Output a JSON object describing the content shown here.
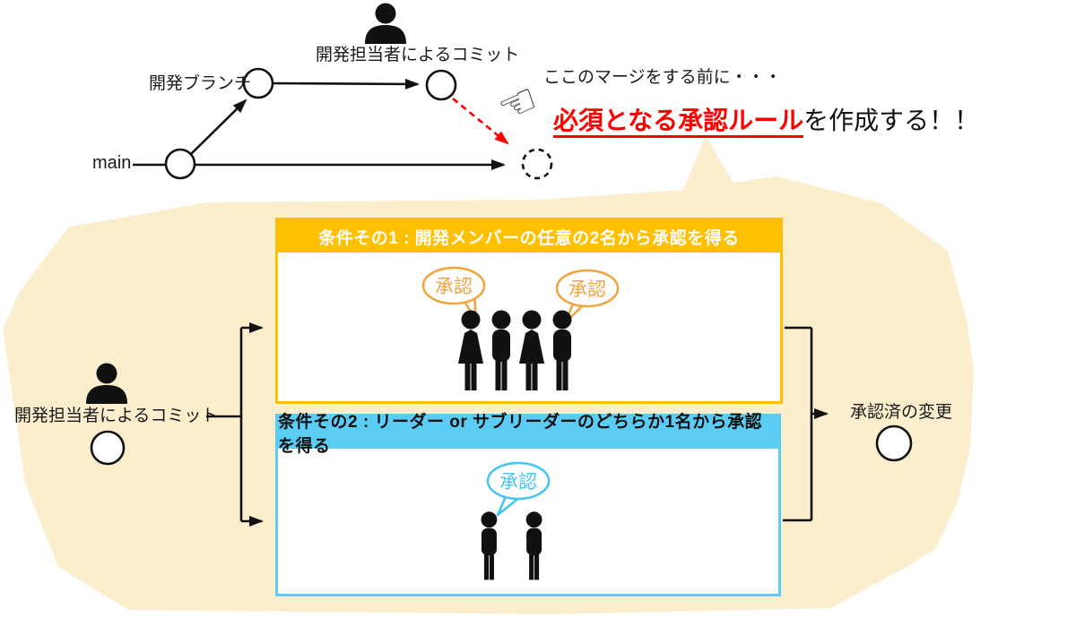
{
  "git_diagram": {
    "main_branch_label": "main",
    "dev_branch_label": "開発ブランチ",
    "commit_label": "開発担当者によるコミット",
    "annotation_pre": "ここのマージをする前に・・・",
    "annotation_highlight": "必須となる承認ルール",
    "annotation_suffix": "を作成する！！"
  },
  "approval_flow": {
    "input_label": "開発担当者によるコミット",
    "output_label": "承認済の変更",
    "conditions": [
      {
        "title": "条件その1 : 開発メンバーの任意の2名から承認を得る",
        "bubbles": [
          "承認",
          "承認"
        ],
        "member_count": 4,
        "accent_color": "#FFC000"
      },
      {
        "title": "条件その2 : リーダー or サブリーダーのどちらか1名から承認を得る",
        "bubbles": [
          "承認"
        ],
        "member_count": 2,
        "accent_color": "#5BCDF5"
      }
    ]
  },
  "colors": {
    "callout_background": "#FBEECD",
    "condition1_accent": "#FFC000",
    "condition2_accent": "#5BCDF5",
    "bubble_orange": "#F1A33C",
    "bubble_blue": "#45C4F2",
    "highlight_red": "#FF0000",
    "line_black": "#111111"
  }
}
